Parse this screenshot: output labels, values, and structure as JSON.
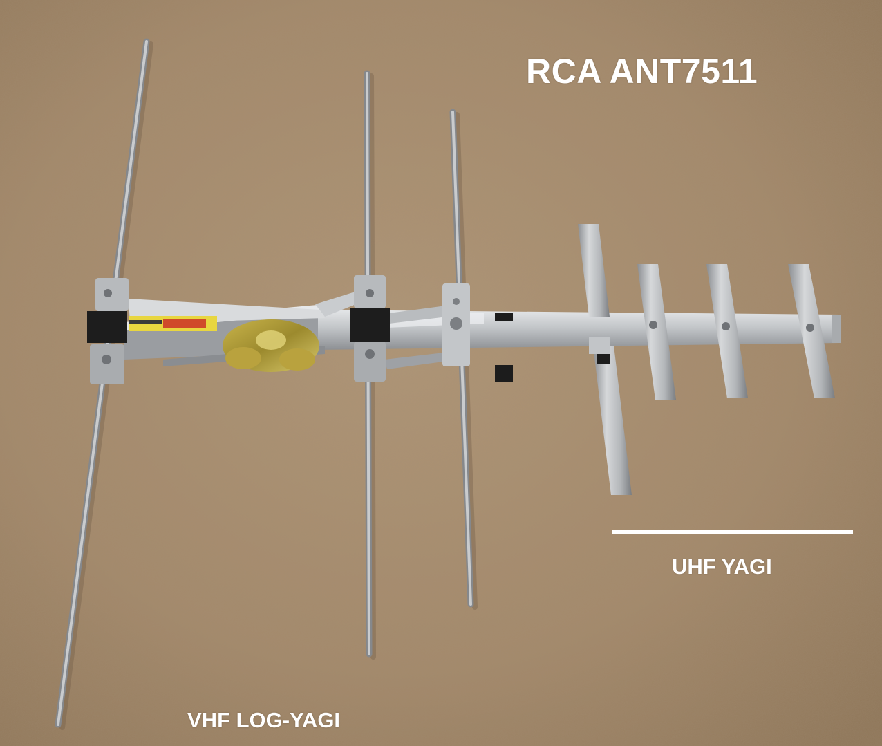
{
  "title": "RCA ANT7511",
  "labels": {
    "uhf": "UHF YAGI",
    "vhf": "VHF LOG-YAGI"
  },
  "colors": {
    "carpet": "#a4896a",
    "caption": "#ffffff",
    "aluminum": "#c4c6c8",
    "mount_clamp": "#1d1d1d",
    "yellow_label": "#e8d640"
  }
}
